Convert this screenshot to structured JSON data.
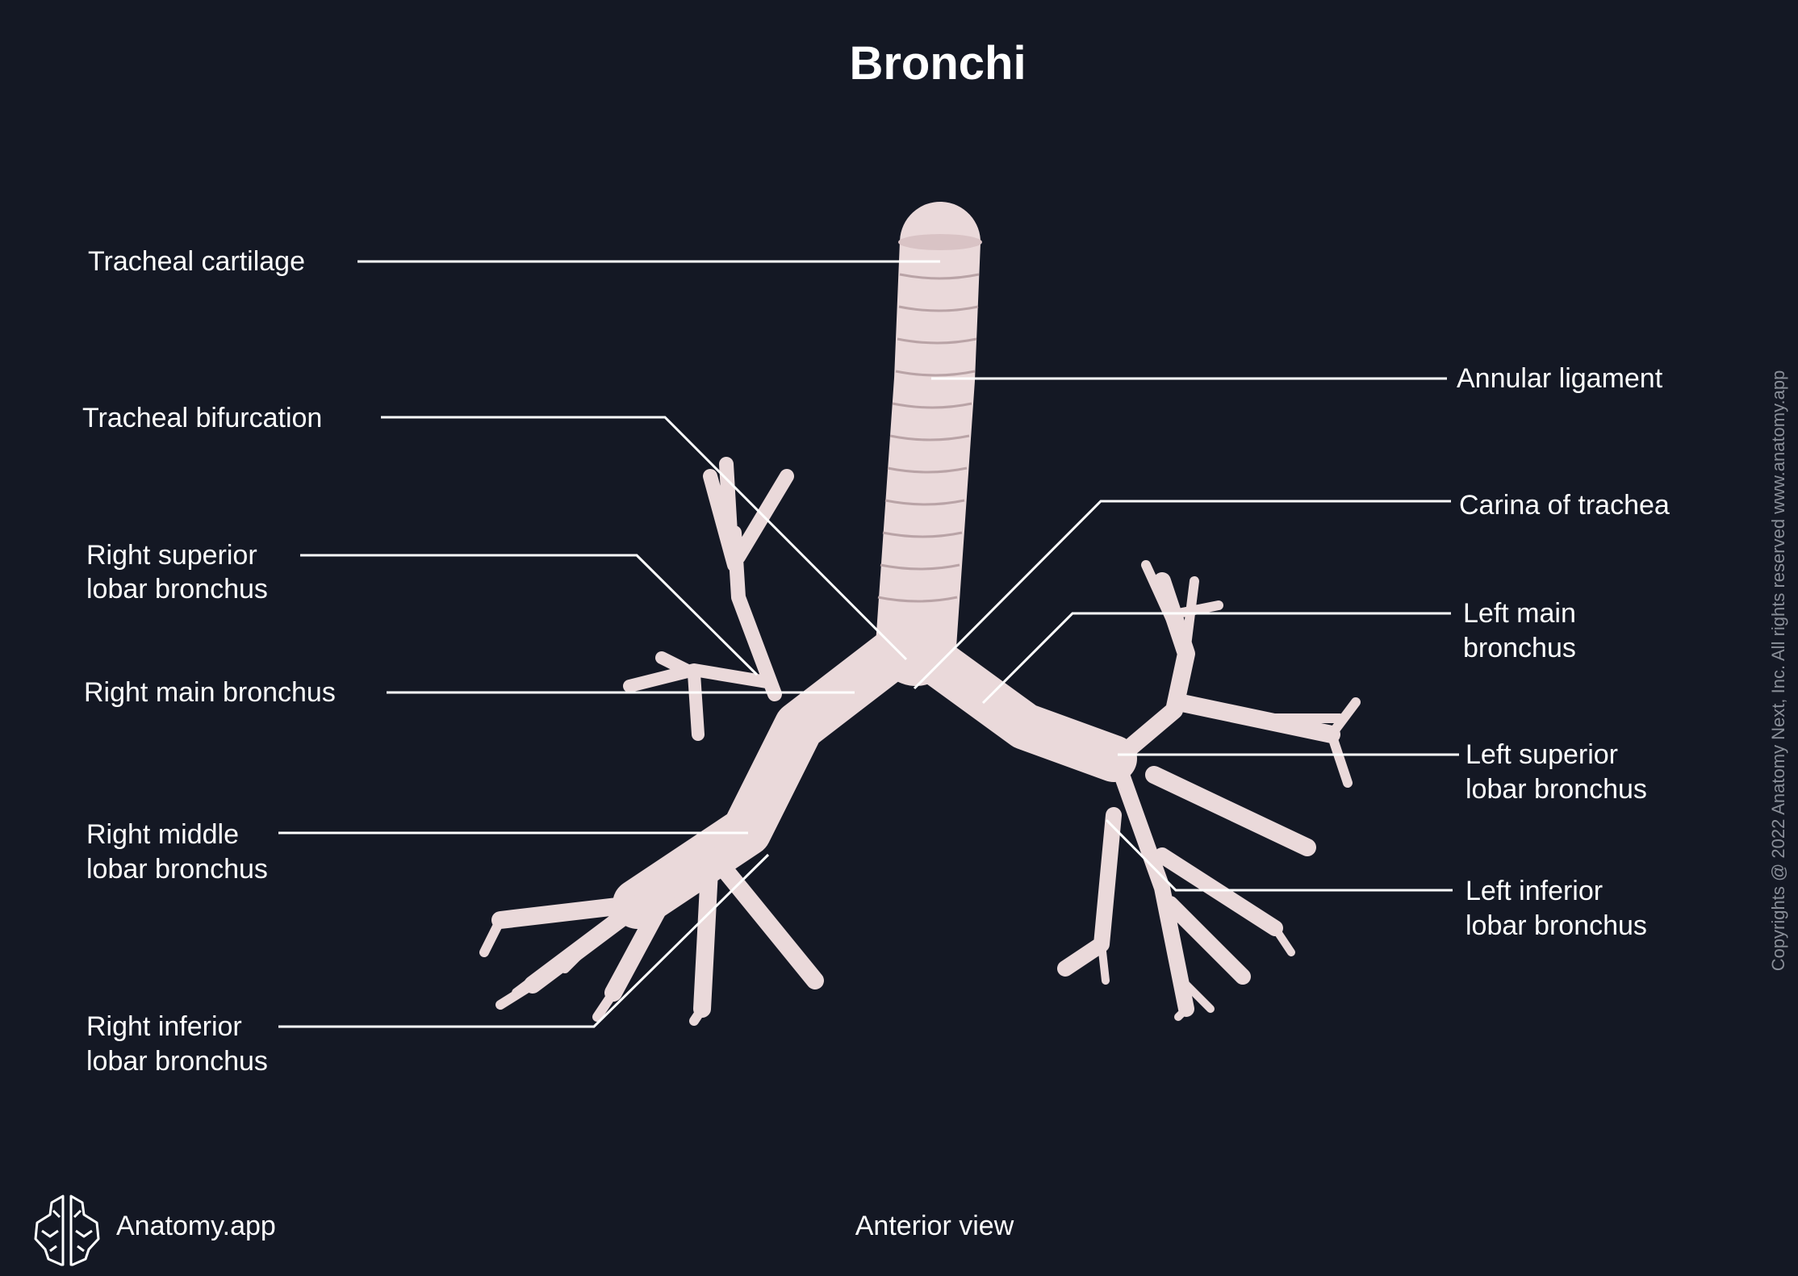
{
  "title": "Bronchi",
  "view": "Anterior view",
  "brand": {
    "name": "Anatomy.app",
    "icon": "brain-icon"
  },
  "copyright": "Copyrights @ 2022 Anatomy Next, Inc. All rights reserved www.anatomy.app",
  "colors": {
    "background": "#141824",
    "text": "#ffffff",
    "tissue": "#ead9da"
  },
  "labels": {
    "tracheal_cartilage": "Tracheal cartilage",
    "tracheal_bifurcation": "Tracheal bifurcation",
    "right_superior": [
      "Right superior",
      "lobar bronchus"
    ],
    "right_main": "Right main bronchus",
    "right_middle": [
      "Right middle",
      "lobar bronchus"
    ],
    "right_inferior": [
      "Right inferior",
      "lobar bronchus"
    ],
    "annular_ligament": "Annular ligament",
    "carina": "Carina of trachea",
    "left_main": [
      "Left main",
      "bronchus"
    ],
    "left_superior": [
      "Left superior",
      "lobar bronchus"
    ],
    "left_inferior": [
      "Left inferior",
      "lobar bronchus"
    ]
  }
}
